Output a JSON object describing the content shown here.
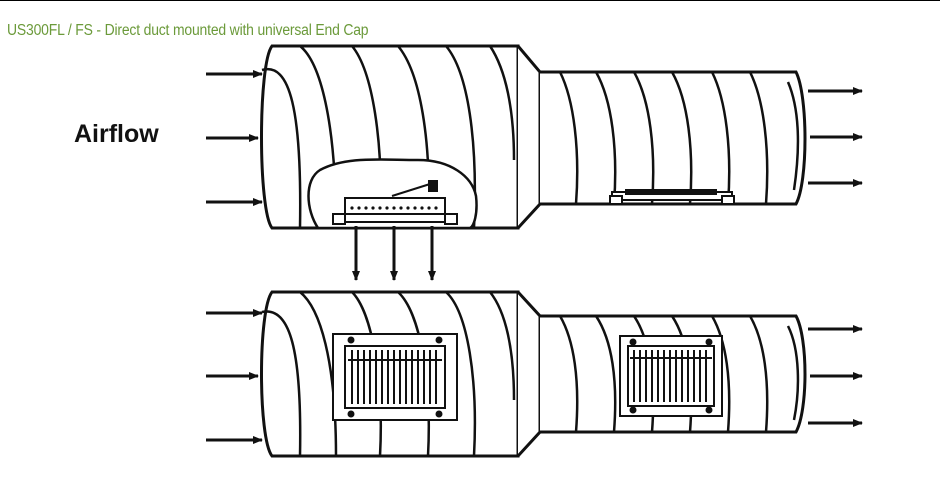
{
  "header": {
    "title": "US300FL / FS - Direct duct mounted with universal End Cap"
  },
  "labels": {
    "airflow": "Airflow"
  },
  "colors": {
    "title": "#6b9a3a",
    "line": "#111111",
    "duct_fill": "#ffffff"
  },
  "diagram": {
    "views": [
      "top-duct-with-cutaway",
      "bottom-duct-with-grilles"
    ]
  }
}
